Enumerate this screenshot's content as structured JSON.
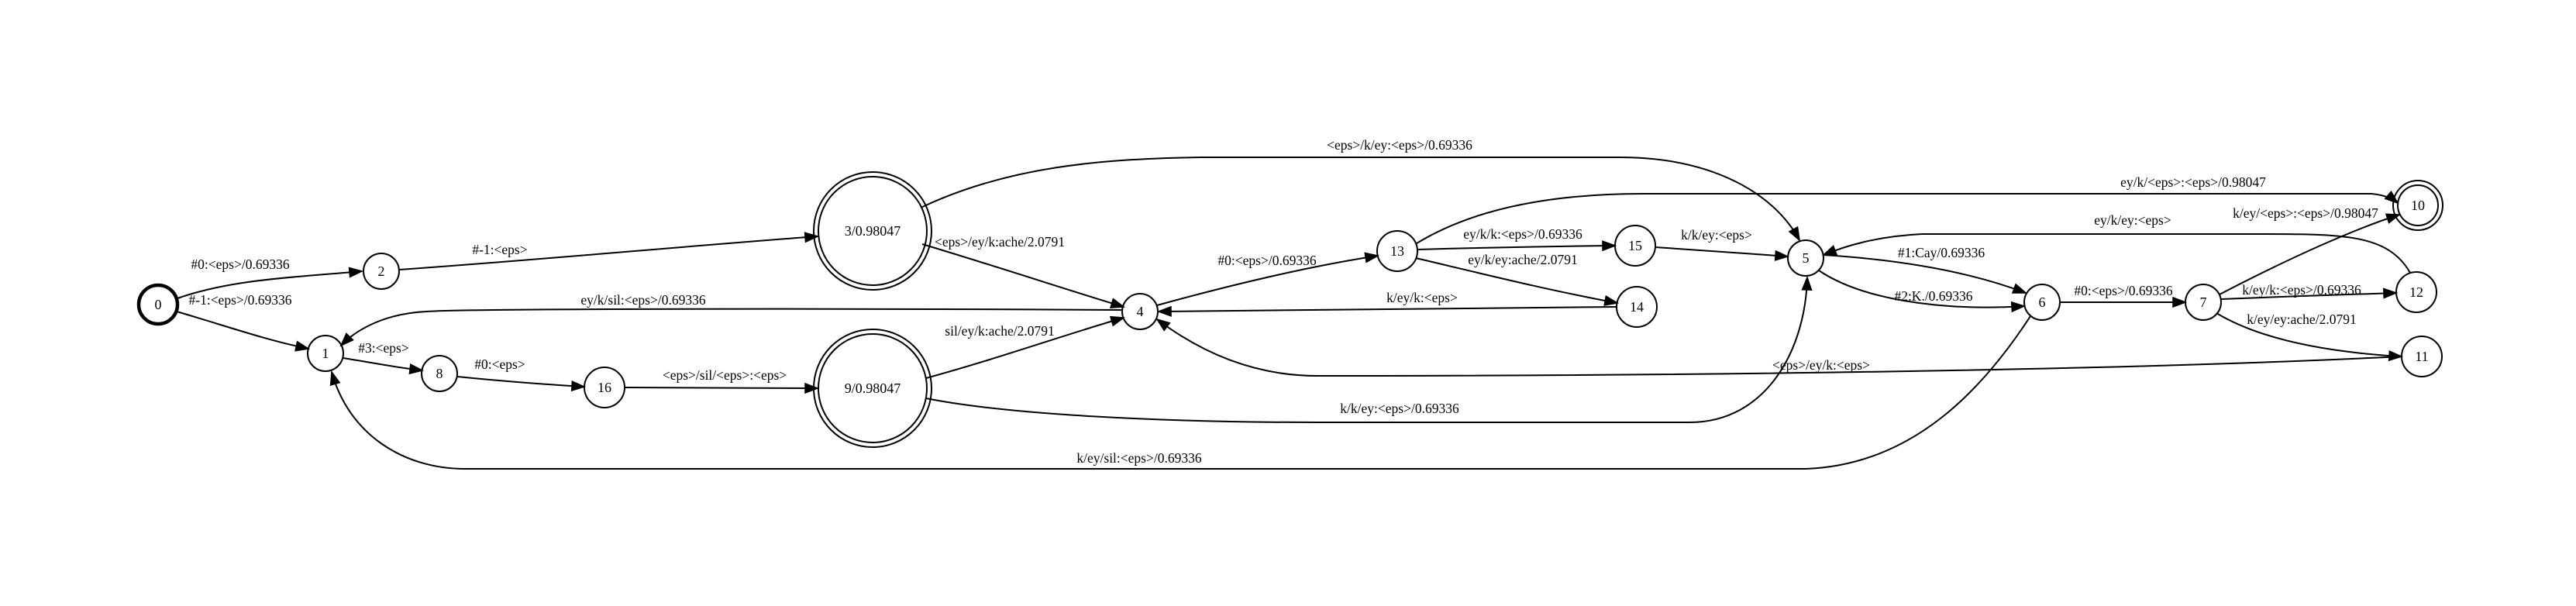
{
  "graph": {
    "states": [
      {
        "id": "0",
        "label": "0",
        "start": true,
        "final": false
      },
      {
        "id": "1",
        "label": "1",
        "start": false,
        "final": false
      },
      {
        "id": "2",
        "label": "2",
        "start": false,
        "final": false
      },
      {
        "id": "3",
        "label": "3/0.98047",
        "start": false,
        "final": true
      },
      {
        "id": "4",
        "label": "4",
        "start": false,
        "final": false
      },
      {
        "id": "5",
        "label": "5",
        "start": false,
        "final": false
      },
      {
        "id": "6",
        "label": "6",
        "start": false,
        "final": false
      },
      {
        "id": "7",
        "label": "7",
        "start": false,
        "final": false
      },
      {
        "id": "8",
        "label": "8",
        "start": false,
        "final": false
      },
      {
        "id": "9",
        "label": "9/0.98047",
        "start": false,
        "final": true
      },
      {
        "id": "10",
        "label": "10",
        "start": false,
        "final": true
      },
      {
        "id": "11",
        "label": "11",
        "start": false,
        "final": false
      },
      {
        "id": "12",
        "label": "12",
        "start": false,
        "final": false
      },
      {
        "id": "13",
        "label": "13",
        "start": false,
        "final": false
      },
      {
        "id": "14",
        "label": "14",
        "start": false,
        "final": false
      },
      {
        "id": "15",
        "label": "15",
        "start": false,
        "final": false
      },
      {
        "id": "16",
        "label": "16",
        "start": false,
        "final": false
      }
    ],
    "transitions": [
      {
        "from": "0",
        "to": "2",
        "label": "#0:<eps>/0.69336"
      },
      {
        "from": "0",
        "to": "1",
        "label": "#-1:<eps>/0.69336"
      },
      {
        "from": "2",
        "to": "3",
        "label": "#-1:<eps>"
      },
      {
        "from": "3",
        "to": "5",
        "label": "<eps>/k/ey:<eps>/0.69336"
      },
      {
        "from": "3",
        "to": "4",
        "label": "<eps>/ey/k:ache/2.0791"
      },
      {
        "from": "4",
        "to": "1",
        "label": "ey/k/sil:<eps>/0.69336"
      },
      {
        "from": "4",
        "to": "13",
        "label": "#0:<eps>/0.69336"
      },
      {
        "from": "1",
        "to": "8",
        "label": "#3:<eps>"
      },
      {
        "from": "8",
        "to": "16",
        "label": "#0:<eps>"
      },
      {
        "from": "16",
        "to": "9",
        "label": "<eps>/sil/<eps>:<eps>"
      },
      {
        "from": "9",
        "to": "4",
        "label": "sil/ey/k:ache/2.0791"
      },
      {
        "from": "9",
        "to": "5",
        "label": "k/k/ey:<eps>/0.69336"
      },
      {
        "from": "13",
        "to": "10",
        "label": "ey/k/<eps>:<eps>/0.98047"
      },
      {
        "from": "13",
        "to": "15",
        "label": "ey/k/k:<eps>/0.69336"
      },
      {
        "from": "13",
        "to": "14",
        "label": "ey/k/ey:ache/2.0791"
      },
      {
        "from": "14",
        "to": "4",
        "label": "k/ey/k:<eps>"
      },
      {
        "from": "15",
        "to": "5",
        "label": "k/k/ey:<eps>"
      },
      {
        "from": "5",
        "to": "6",
        "label": "#1:Cay/0.69336"
      },
      {
        "from": "5",
        "to": "6",
        "label": "#2:K./0.69336"
      },
      {
        "from": "6",
        "to": "1",
        "label": "k/ey/sil:<eps>/0.69336"
      },
      {
        "from": "6",
        "to": "7",
        "label": "#0:<eps>/0.69336"
      },
      {
        "from": "7",
        "to": "10",
        "label": "k/ey/<eps>:<eps>/0.98047"
      },
      {
        "from": "7",
        "to": "12",
        "label": "k/ey/k:<eps>/0.69336"
      },
      {
        "from": "7",
        "to": "11",
        "label": "k/ey/ey:ache/2.0791"
      },
      {
        "from": "12",
        "to": "5",
        "label": "ey/k/ey:<eps>"
      },
      {
        "from": "11",
        "to": "4",
        "label": "<eps>/ey/k:<eps>"
      }
    ]
  }
}
